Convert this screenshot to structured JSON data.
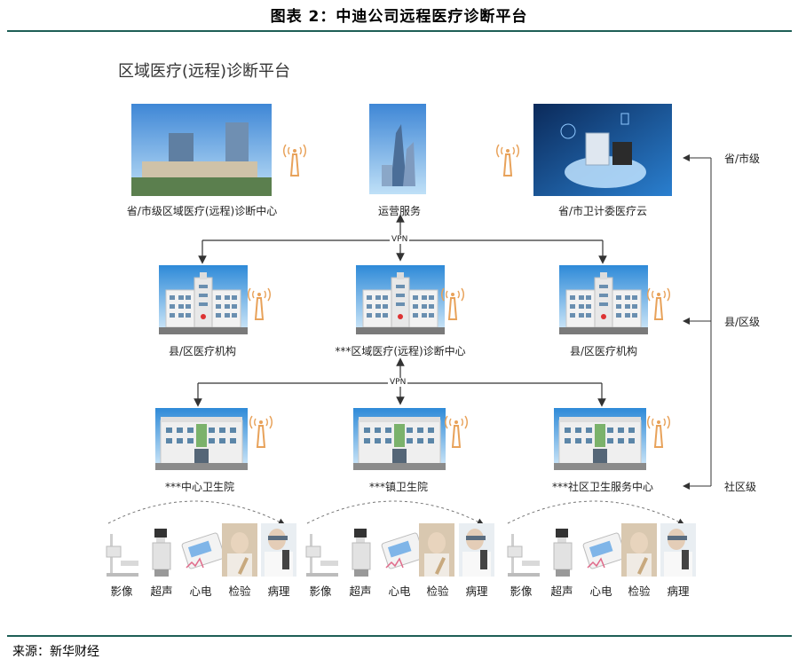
{
  "title": "图表 2：中迪公司远程医疗诊断平台",
  "platform_label": "区域医疗(远程)诊断平台",
  "levels": {
    "province": "省/市级",
    "county": "县/区级",
    "community": "社区级"
  },
  "top_row": {
    "center": "省/市级区域医疗(远程)诊断中心",
    "operations": "运营服务",
    "cloud": "省/市卫计委医疗云"
  },
  "middle_row": {
    "left": "县/区医疗机构",
    "center": "***区域医疗(远程)诊断中心",
    "right": "县/区医疗机构"
  },
  "bottom_row": {
    "left": "***中心卫生院",
    "center": "***镇卫生院",
    "right": "***社区卫生服务中心"
  },
  "vpn_label": "VPN",
  "services": [
    "影像",
    "超声",
    "心电",
    "检验",
    "病理"
  ],
  "source": "来源：新华财经",
  "colors": {
    "accent_line": "#1e5f56",
    "arrow": "#333333",
    "antenna": "#e8a25a"
  }
}
